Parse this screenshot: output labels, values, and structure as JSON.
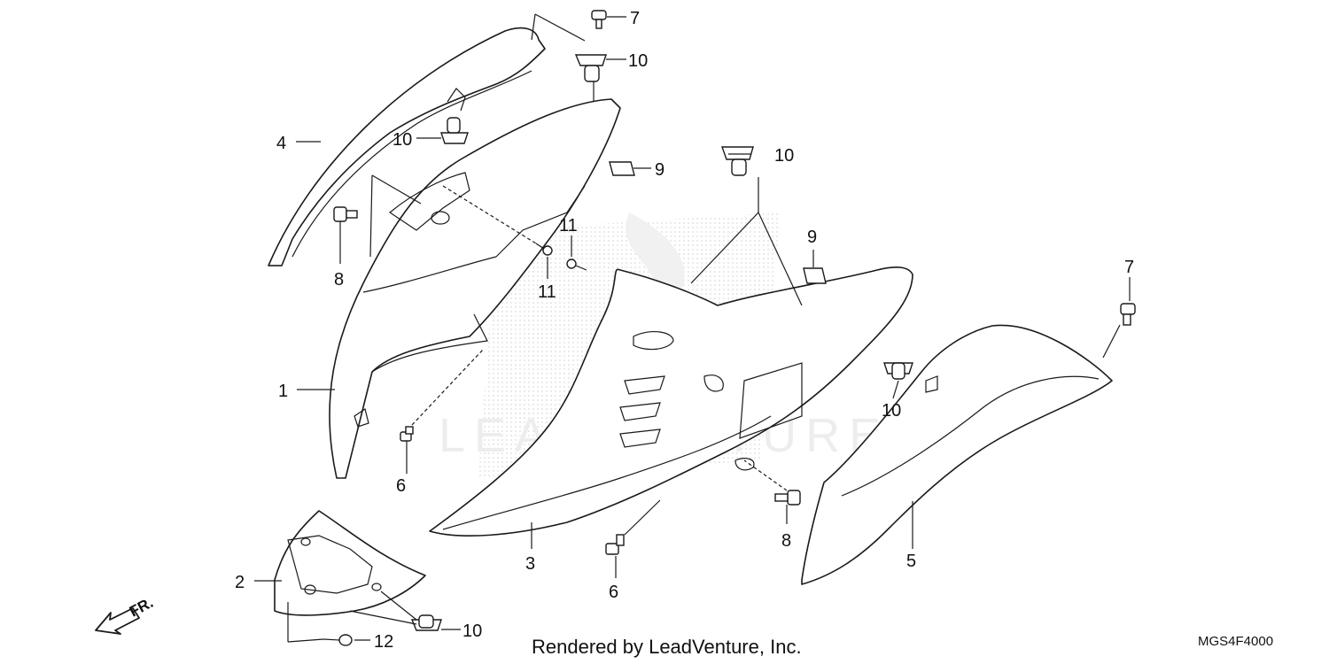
{
  "callouts": {
    "c1": "1",
    "c2": "2",
    "c3": "3",
    "c4": "4",
    "c5": "5",
    "c6a": "6",
    "c6b": "6",
    "c7a": "7",
    "c7b": "7",
    "c8a": "8",
    "c8b": "8",
    "c9a": "9",
    "c9b": "9",
    "c10a": "10",
    "c10b": "10",
    "c10c": "10",
    "c10d": "10",
    "c10e": "10",
    "c11a": "11",
    "c11b": "11",
    "c12": "12"
  },
  "front_marker": "FR.",
  "watermark": "LEADVENTURE",
  "footer": {
    "credit": "Rendered by LeadVenture, Inc.",
    "diagram_code": "MGS4F4000"
  }
}
